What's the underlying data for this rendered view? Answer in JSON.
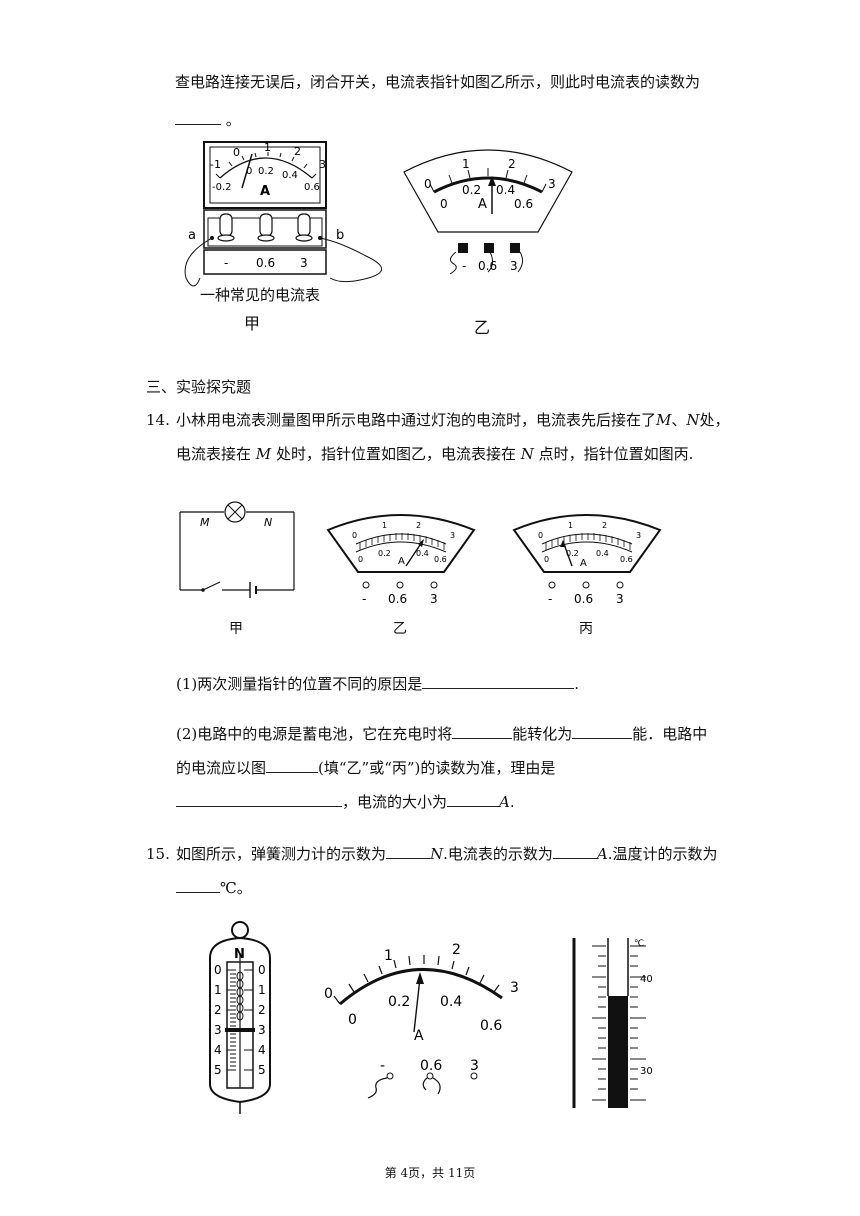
{
  "q13_tail": {
    "line1": "查电路连接无误后，闭合开关，电流表指针如图乙所示，则此时电流表的读数为",
    "line2_suffix": "。",
    "fig_jia": {
      "top_scale": [
        "-1",
        "0",
        "1",
        "2",
        "3"
      ],
      "bottom_scale": [
        "-0.2",
        "0",
        "0.2",
        "0.4",
        "0.6"
      ],
      "unit": "A",
      "terminal_labels": [
        "-",
        "0.6",
        "3"
      ],
      "side_a": "a",
      "side_b": "b",
      "caption1": "一种常见的电流表",
      "caption2": "甲"
    },
    "fig_yi": {
      "top_scale": [
        "0",
        "1",
        "2",
        "3"
      ],
      "bottom_scale": [
        "0",
        "0.2",
        "0.4",
        "0.6"
      ],
      "unit": "A",
      "terminals": [
        "-",
        "0.6",
        "3"
      ],
      "caption": "乙"
    }
  },
  "section3": {
    "title": "三、实验探究题"
  },
  "q14": {
    "number": "14.",
    "line1_a": "小林用电流表测量图甲所示电路中通过灯泡的电流时，电流表先后接在了",
    "M": "M",
    "sep": "、",
    "N": "N",
    "line1_b": "处，",
    "line2_a": "电流表接在",
    "line2_b": "处时，指针位置如图乙，电流表接在",
    "line2_c": "点时，指针位置如图丙.",
    "circuit": {
      "label_m": "M",
      "label_n": "N",
      "caption": "甲"
    },
    "meter_yi": {
      "top_scale": [
        "0",
        "1",
        "2",
        "3"
      ],
      "bottom_scale": [
        "0",
        "0.2",
        "0.4",
        "0.6"
      ],
      "unit": "A",
      "terminals": [
        "-",
        "0.6",
        "3"
      ],
      "caption": "乙"
    },
    "meter_bing": {
      "top_scale": [
        "0",
        "1",
        "2",
        "3"
      ],
      "bottom_scale": [
        "0",
        "0.2",
        "0.4",
        "0.6"
      ],
      "unit": "A",
      "terminals": [
        "-",
        "0.6",
        "3"
      ],
      "caption": "丙"
    },
    "sub1": {
      "text": "(1)两次测量指针的位置不同的原因是",
      "end": "."
    },
    "sub2": {
      "a": "(2)电路中的电源是蓄电池，它在充电时将",
      "b": "能转化为",
      "c": "能．电路中",
      "d": "的电流应以图",
      "e": "(填“乙”或“丙”)的读数为准，理由是",
      "f": "，电流的大小为",
      "unit": "A",
      "end": "."
    }
  },
  "q15": {
    "number": "15.",
    "a": "如图所示，弹簧测力计的示数为",
    "unit_n": "N",
    "b": ".电流表的示数为",
    "unit_a": "A",
    "c": ".温度计的示数为",
    "d": "℃。",
    "spring": {
      "unit": "N",
      "scale": [
        "0",
        "1",
        "2",
        "3",
        "4",
        "5"
      ]
    },
    "ammeter": {
      "top_scale": [
        "0",
        "1",
        "2",
        "3"
      ],
      "bottom_scale": [
        "0",
        "0.2",
        "0.4",
        "0.6"
      ],
      "unit": "A",
      "terminals": [
        "-",
        "0.6",
        "3"
      ]
    },
    "thermo": {
      "unit": "℃",
      "labels": [
        "40",
        "30"
      ]
    }
  },
  "footer": {
    "text": "第 4页，共 11页"
  }
}
